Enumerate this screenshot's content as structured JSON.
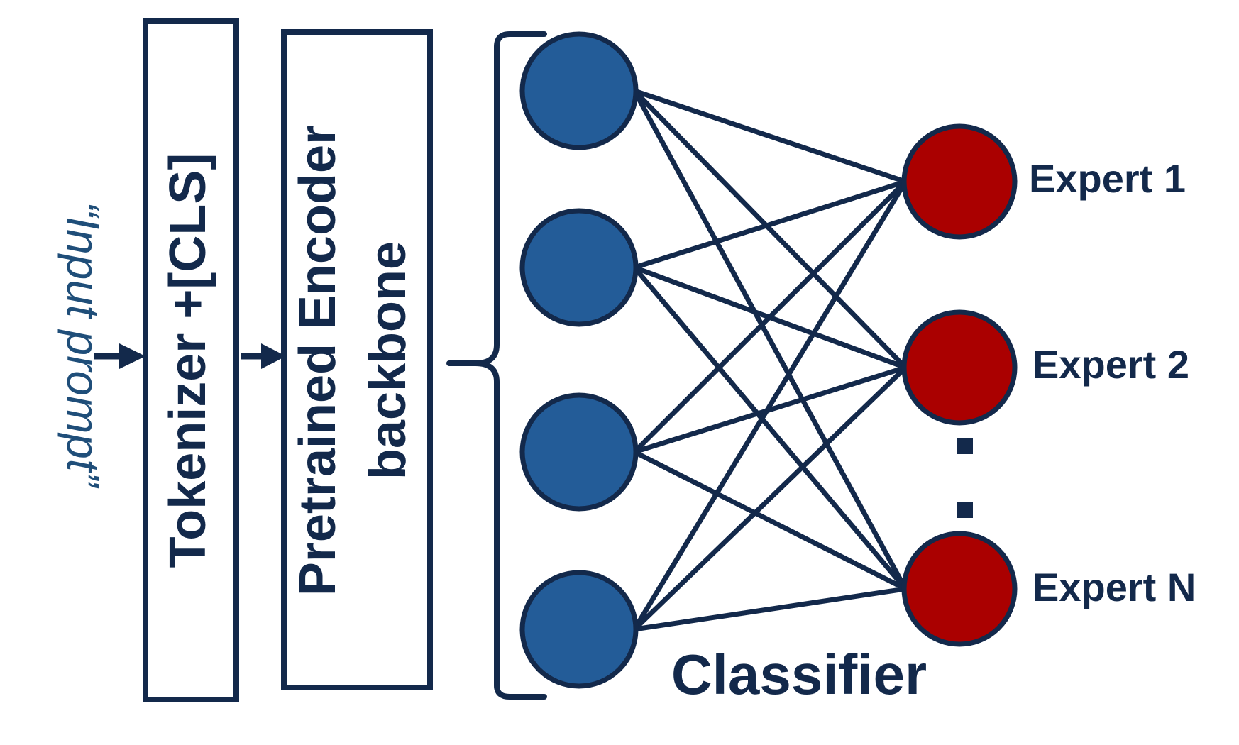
{
  "input_prompt": "“Input prompt”",
  "tokenizer_label": "Tokenizer +[CLS]",
  "encoder_label_line1": "Pretrained Encoder",
  "encoder_label_line2": "backbone",
  "classifier_label": "Classifier",
  "experts": [
    {
      "label": "Expert 1"
    },
    {
      "label": "Expert 2"
    },
    {
      "label": "Expert N"
    }
  ],
  "input_node_count": 4,
  "colors": {
    "input_node": "#235c98",
    "expert_node": "#aa0000",
    "stroke": "#13294b",
    "prompt_text": "#1f4e79"
  }
}
